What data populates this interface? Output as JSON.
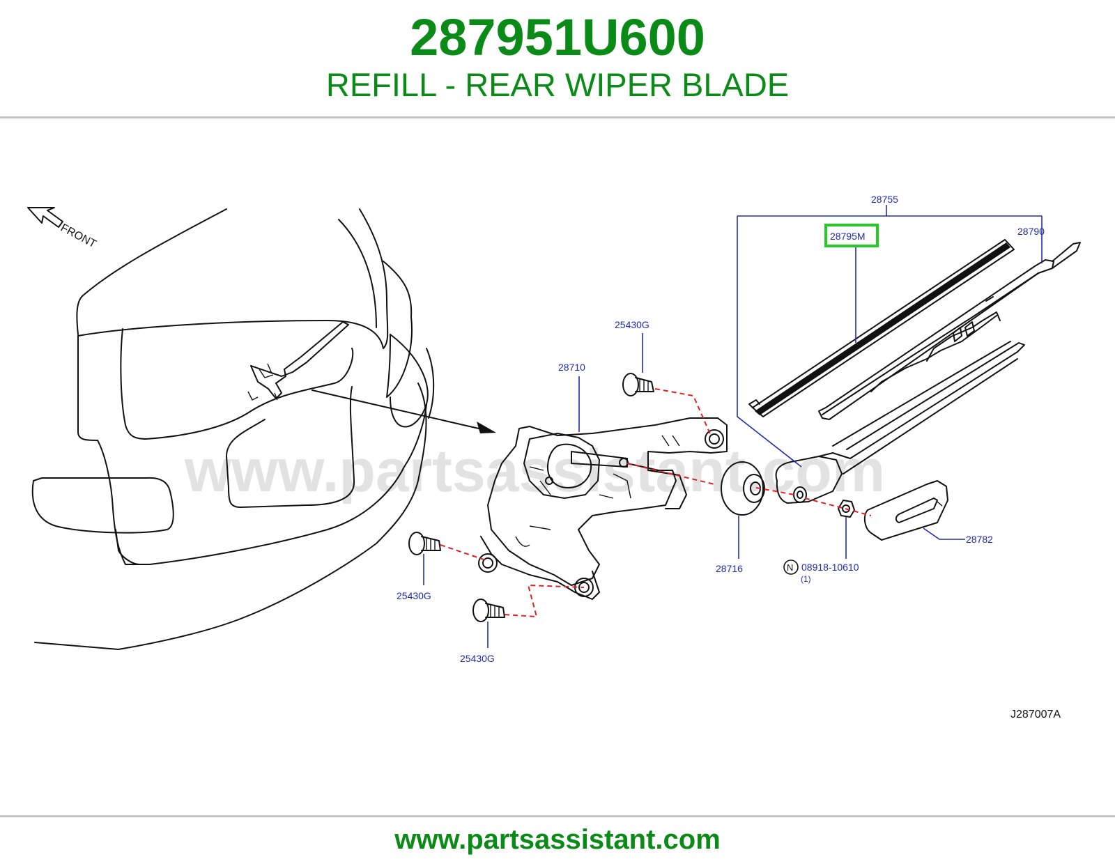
{
  "header": {
    "part_number": "287951U600",
    "description": "REFILL - REAR WIPER BLADE"
  },
  "diagram": {
    "front_label": "FRONT",
    "watermark": "www.partsassistant.com",
    "diagram_code": "J287007A",
    "highlight_color": "#22cc22",
    "callouts": {
      "c28755": "28755",
      "c28795m": "28795M",
      "c28790": "28790",
      "c25430g_top": "25430G",
      "c28710": "28710",
      "c28716": "28716",
      "c08918": "08918-10610",
      "c08918_prefix": "N",
      "c08918_qty": "(1)",
      "c28782": "28782",
      "c25430g_left": "25430G",
      "c25430g_bottom": "25430G"
    }
  },
  "footer": {
    "url": "www.partsassistant.com"
  }
}
